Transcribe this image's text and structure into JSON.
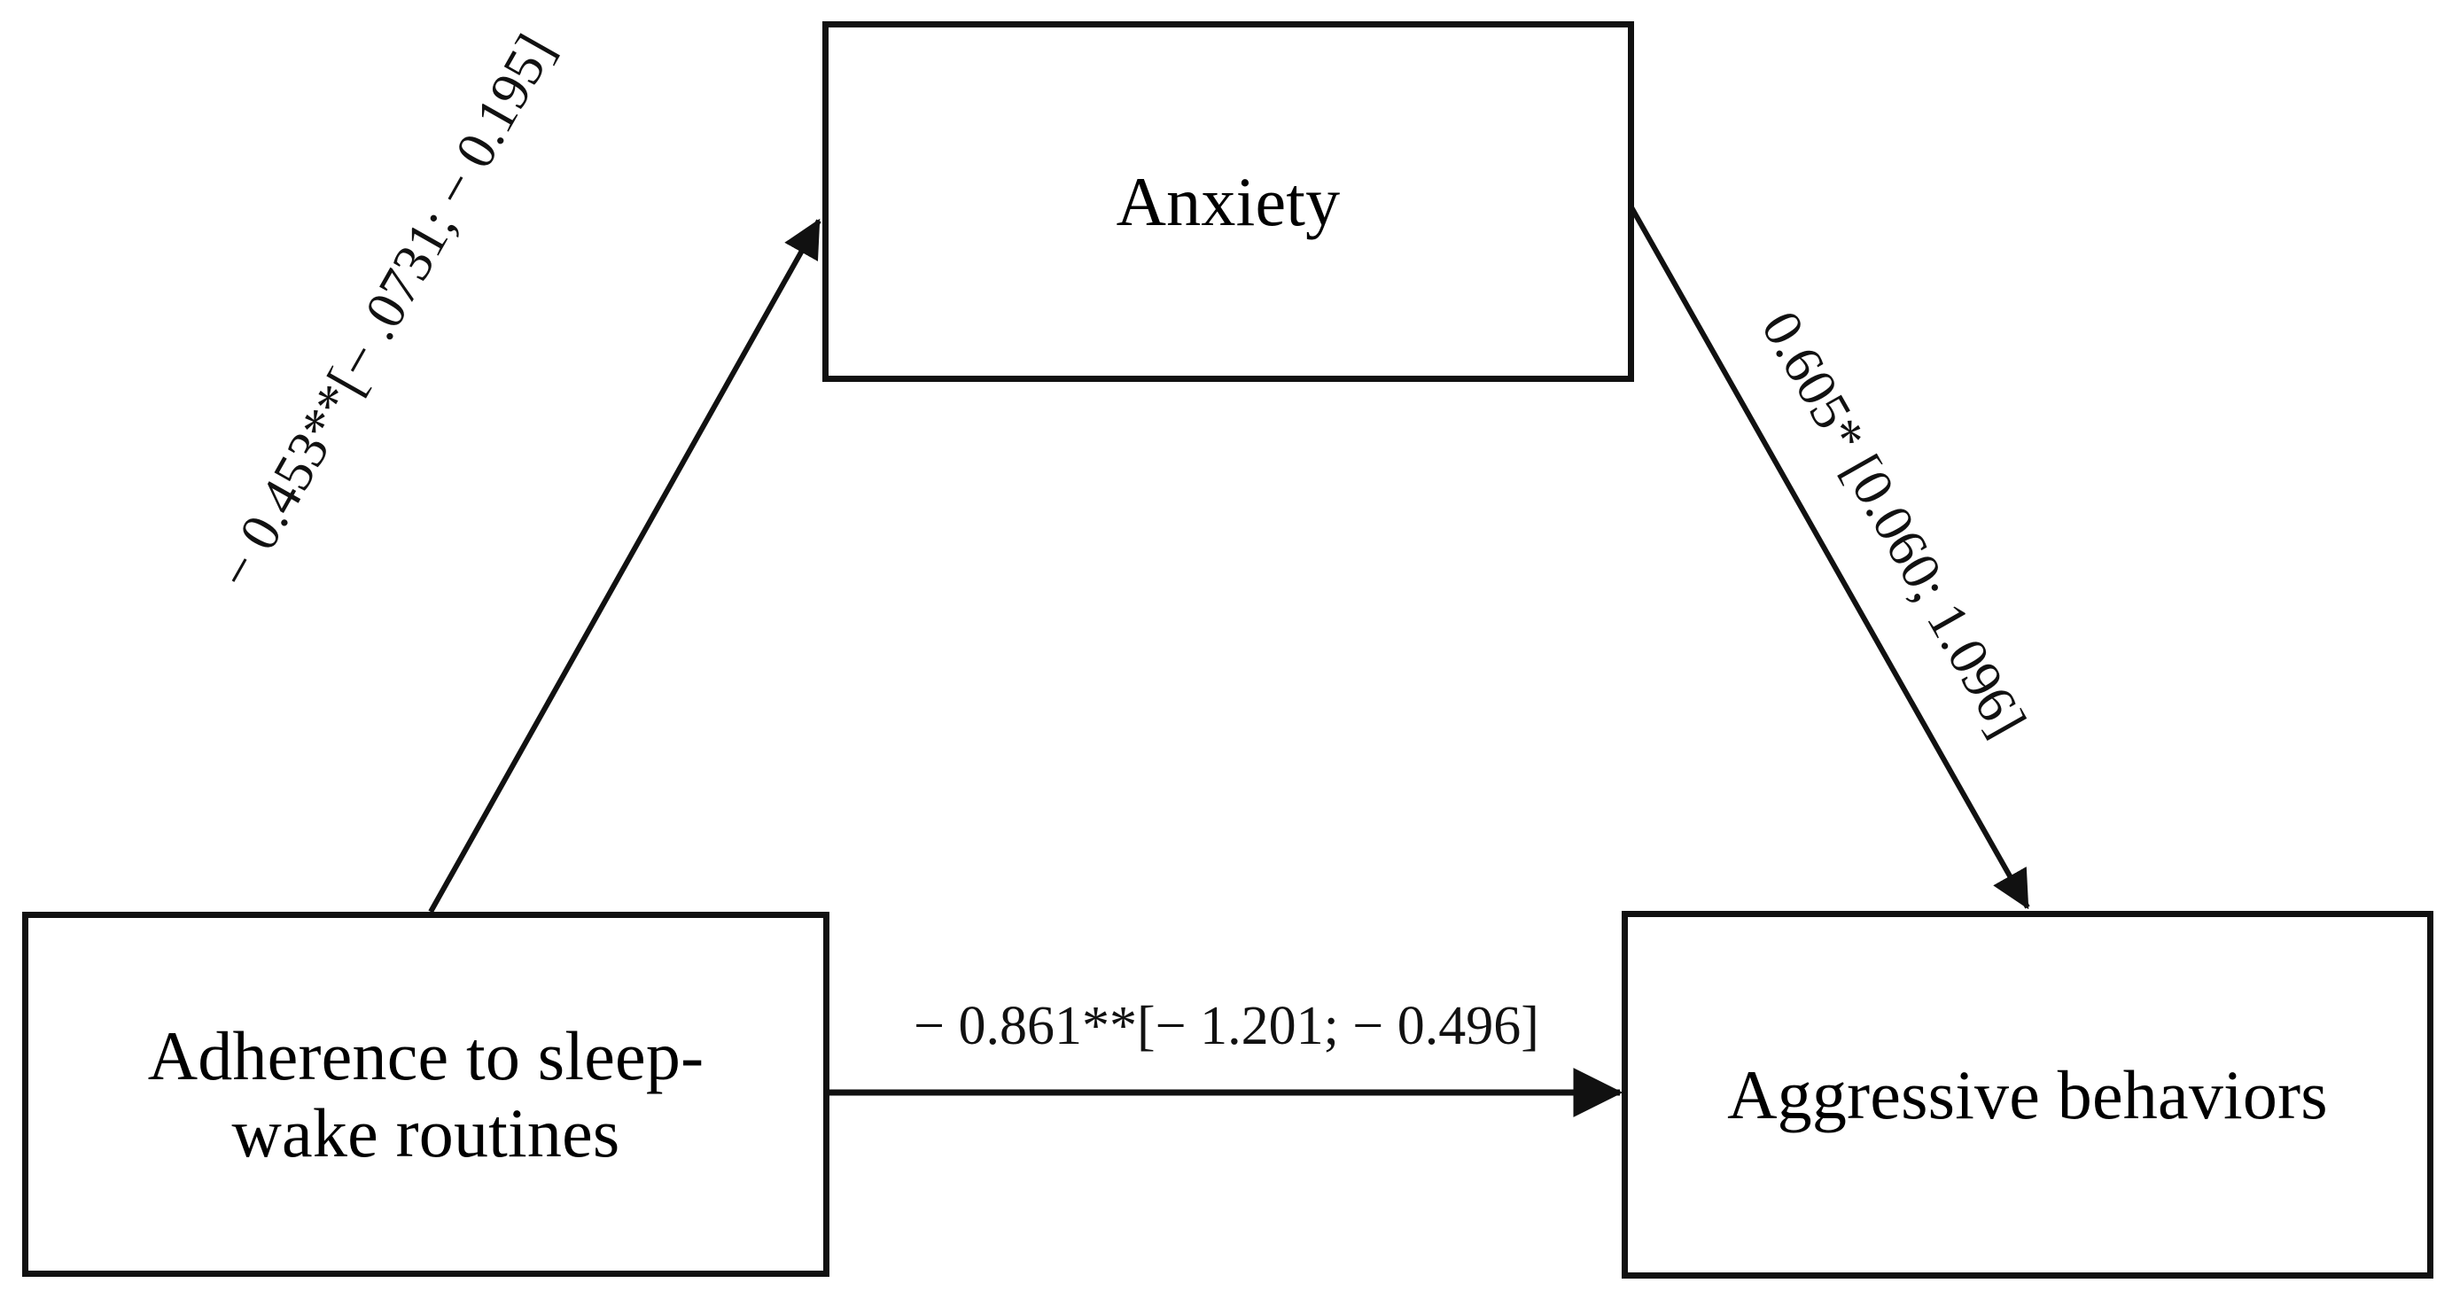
{
  "figure": {
    "type": "mediation-path-diagram",
    "background_color": "#ffffff",
    "line_color": "#111111"
  },
  "nodes": {
    "mediator": {
      "id": "anxiety",
      "label": "Anxiety",
      "role": "mediator",
      "position": "top-center"
    },
    "predictor": {
      "id": "adherence",
      "label": "Adherence to sleep-\nwake routines",
      "role": "independent-variable",
      "position": "bottom-left"
    },
    "outcome": {
      "id": "aggressive",
      "label": "Aggressive behaviors",
      "role": "dependent-variable",
      "position": "bottom-right"
    }
  },
  "paths": [
    {
      "id": "path-a",
      "from": "adherence",
      "to": "anxiety",
      "label": "− 0.453**[− .0731; − 0.195]",
      "coefficient": -0.453,
      "significance": "**",
      "ci_lower": -0.0731,
      "ci_upper": -0.195,
      "orientation": "diagonal-up-right"
    },
    {
      "id": "path-b",
      "from": "anxiety",
      "to": "aggressive",
      "label": "0.605* [0.060; 1.096]",
      "coefficient": 0.605,
      "significance": "*",
      "ci_lower": 0.06,
      "ci_upper": 1.096,
      "orientation": "diagonal-down-right"
    },
    {
      "id": "path-c",
      "from": "adherence",
      "to": "aggressive",
      "label": "− 0.861**[− 1.201; − 0.496]",
      "coefficient": -0.861,
      "significance": "**",
      "ci_lower": -1.201,
      "ci_upper": -0.496,
      "orientation": "horizontal"
    }
  ],
  "chart_data": {
    "type": "diagram",
    "title": "",
    "nodes": [
      "Anxiety",
      "Adherence to sleep-wake routines",
      "Aggressive behaviors"
    ],
    "edges": [
      {
        "source": "Adherence to sleep-wake routines",
        "target": "Anxiety",
        "value": -0.453,
        "ci": [
          -0.0731,
          -0.195
        ],
        "sig": "**"
      },
      {
        "source": "Anxiety",
        "target": "Aggressive behaviors",
        "value": 0.605,
        "ci": [
          0.06,
          1.096
        ],
        "sig": "*"
      },
      {
        "source": "Adherence to sleep-wake routines",
        "target": "Aggressive behaviors",
        "value": -0.861,
        "ci": [
          -1.201,
          -0.496
        ],
        "sig": "**"
      }
    ]
  }
}
